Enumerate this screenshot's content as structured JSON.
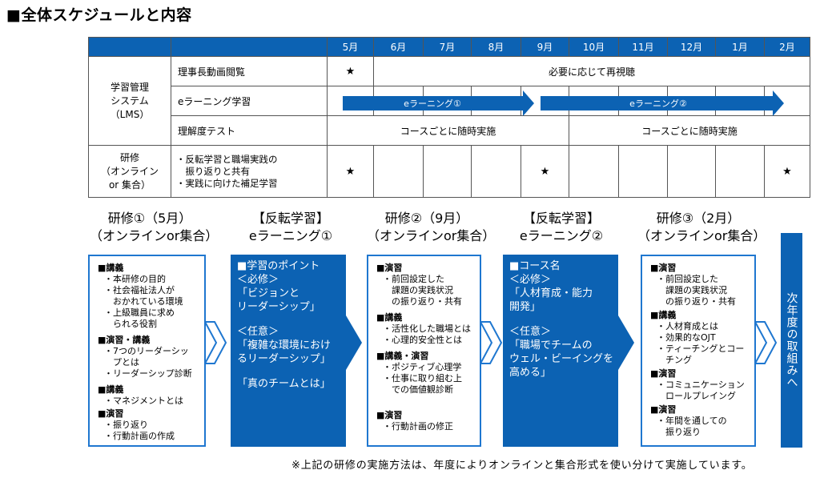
{
  "title": "■全体スケジュールと内容",
  "schedule": {
    "months": [
      "5月",
      "6月",
      "7月",
      "8月",
      "9月",
      "10月",
      "11月",
      "12月",
      "1月",
      "2月"
    ],
    "lms_label": [
      "学習管理",
      "システム",
      "（LMS）"
    ],
    "rows": {
      "video": {
        "label": "理事長動画閲覧",
        "star": "★",
        "span": "必要に応じて再視聴"
      },
      "elearn": {
        "label": "eラーニング学習",
        "arrow1": "eラーニング①",
        "arrow2": "eラーニング②"
      },
      "test": {
        "label": "理解度テスト",
        "span1": "コースごとに随時実施",
        "span2": "コースごとに随時実施"
      }
    },
    "training_label": [
      "研修",
      "（オンライン",
      "or 集合）"
    ],
    "training_items": [
      "・反転学習と職場実践の",
      "　振り返りと共有",
      "・実践に向けた補足学習"
    ],
    "training_stars": [
      "★",
      "★",
      "★"
    ]
  },
  "sections": [
    {
      "title1": "研修①（5月）",
      "title2": "（オンラインor集合）"
    },
    {
      "title1": "【反転学習】",
      "title2": "eラーニング①"
    },
    {
      "title1": "研修②（9月）",
      "title2": "（オンラインor集合）"
    },
    {
      "title1": "【反転学習】",
      "title2": "eラーニング②"
    },
    {
      "title1": "研修③（2月）",
      "title2": "（オンラインor集合）"
    }
  ],
  "box1": {
    "h1": "■講義",
    "l1": [
      "・本研修の目的",
      "・社会福祉法人が",
      "　おかれている環境",
      "・上級職員に求め",
      "　られる役割"
    ],
    "h2": "■演習・講義",
    "l2": [
      "・7つのリーダーシッ",
      "　プとは",
      "・リーダーシップ診断"
    ],
    "h3": "■講義",
    "l3": [
      "・マネジメントとは"
    ],
    "h4": "■演習",
    "l4": [
      "・振り返り",
      "・行動計画の作成"
    ]
  },
  "box2": {
    "l1": "■学習のポイント",
    "l2": "＜必修＞",
    "l3": "「ビジョンと",
    "l4": "リーダーシップ」",
    "l5": "＜任意＞",
    "l6": "「複雑な環境におけ",
    "l7": "るリーダーシップ」",
    "l8": "「真のチームとは」"
  },
  "box3": {
    "h1": "■演習",
    "l1": [
      "・前回設定した",
      "　課題の実践状況",
      "　の振り返り・共有"
    ],
    "h2": "■講義",
    "l2": [
      "・活性化した職場とは",
      "・心理的安全性とは"
    ],
    "h3": "■講義・演習",
    "l3": [
      "・ポジティブ心理学",
      "・仕事に取り組む上",
      "　での価値観診断"
    ],
    "h4": "■演習",
    "l4": [
      "・行動計画の修正"
    ]
  },
  "box4": {
    "l1": "■コース名",
    "l2": "＜必修＞",
    "l3": "「人材育成・能力",
    "l4": "開発」",
    "l5": "＜任意＞",
    "l6": "「職場でチームの",
    "l7": "ウェル・ビーイングを",
    "l8": "高める」"
  },
  "box5": {
    "h1": "■演習",
    "l1": [
      "・前回設定した",
      "　課題の実践状況",
      "　の振り返り・共有"
    ],
    "h2": "■講義",
    "l2": [
      "・人材育成とは",
      "・効果的なOJT",
      "・ティーチングとコー",
      "　チング"
    ],
    "h3": "■演習",
    "l3": [
      "・コミュニケーション",
      "　ロールプレイング"
    ],
    "h4": "■演習",
    "l4": [
      "・年間を通しての",
      "　振り返り"
    ]
  },
  "next_label": "次年度の取組みへ",
  "note": "※上記の研修の実施方法は、年度によりオンラインと集合形式を使い分けて実施しています。",
  "colors": {
    "accent": "#0c62b3",
    "border": "#1f77d0"
  }
}
